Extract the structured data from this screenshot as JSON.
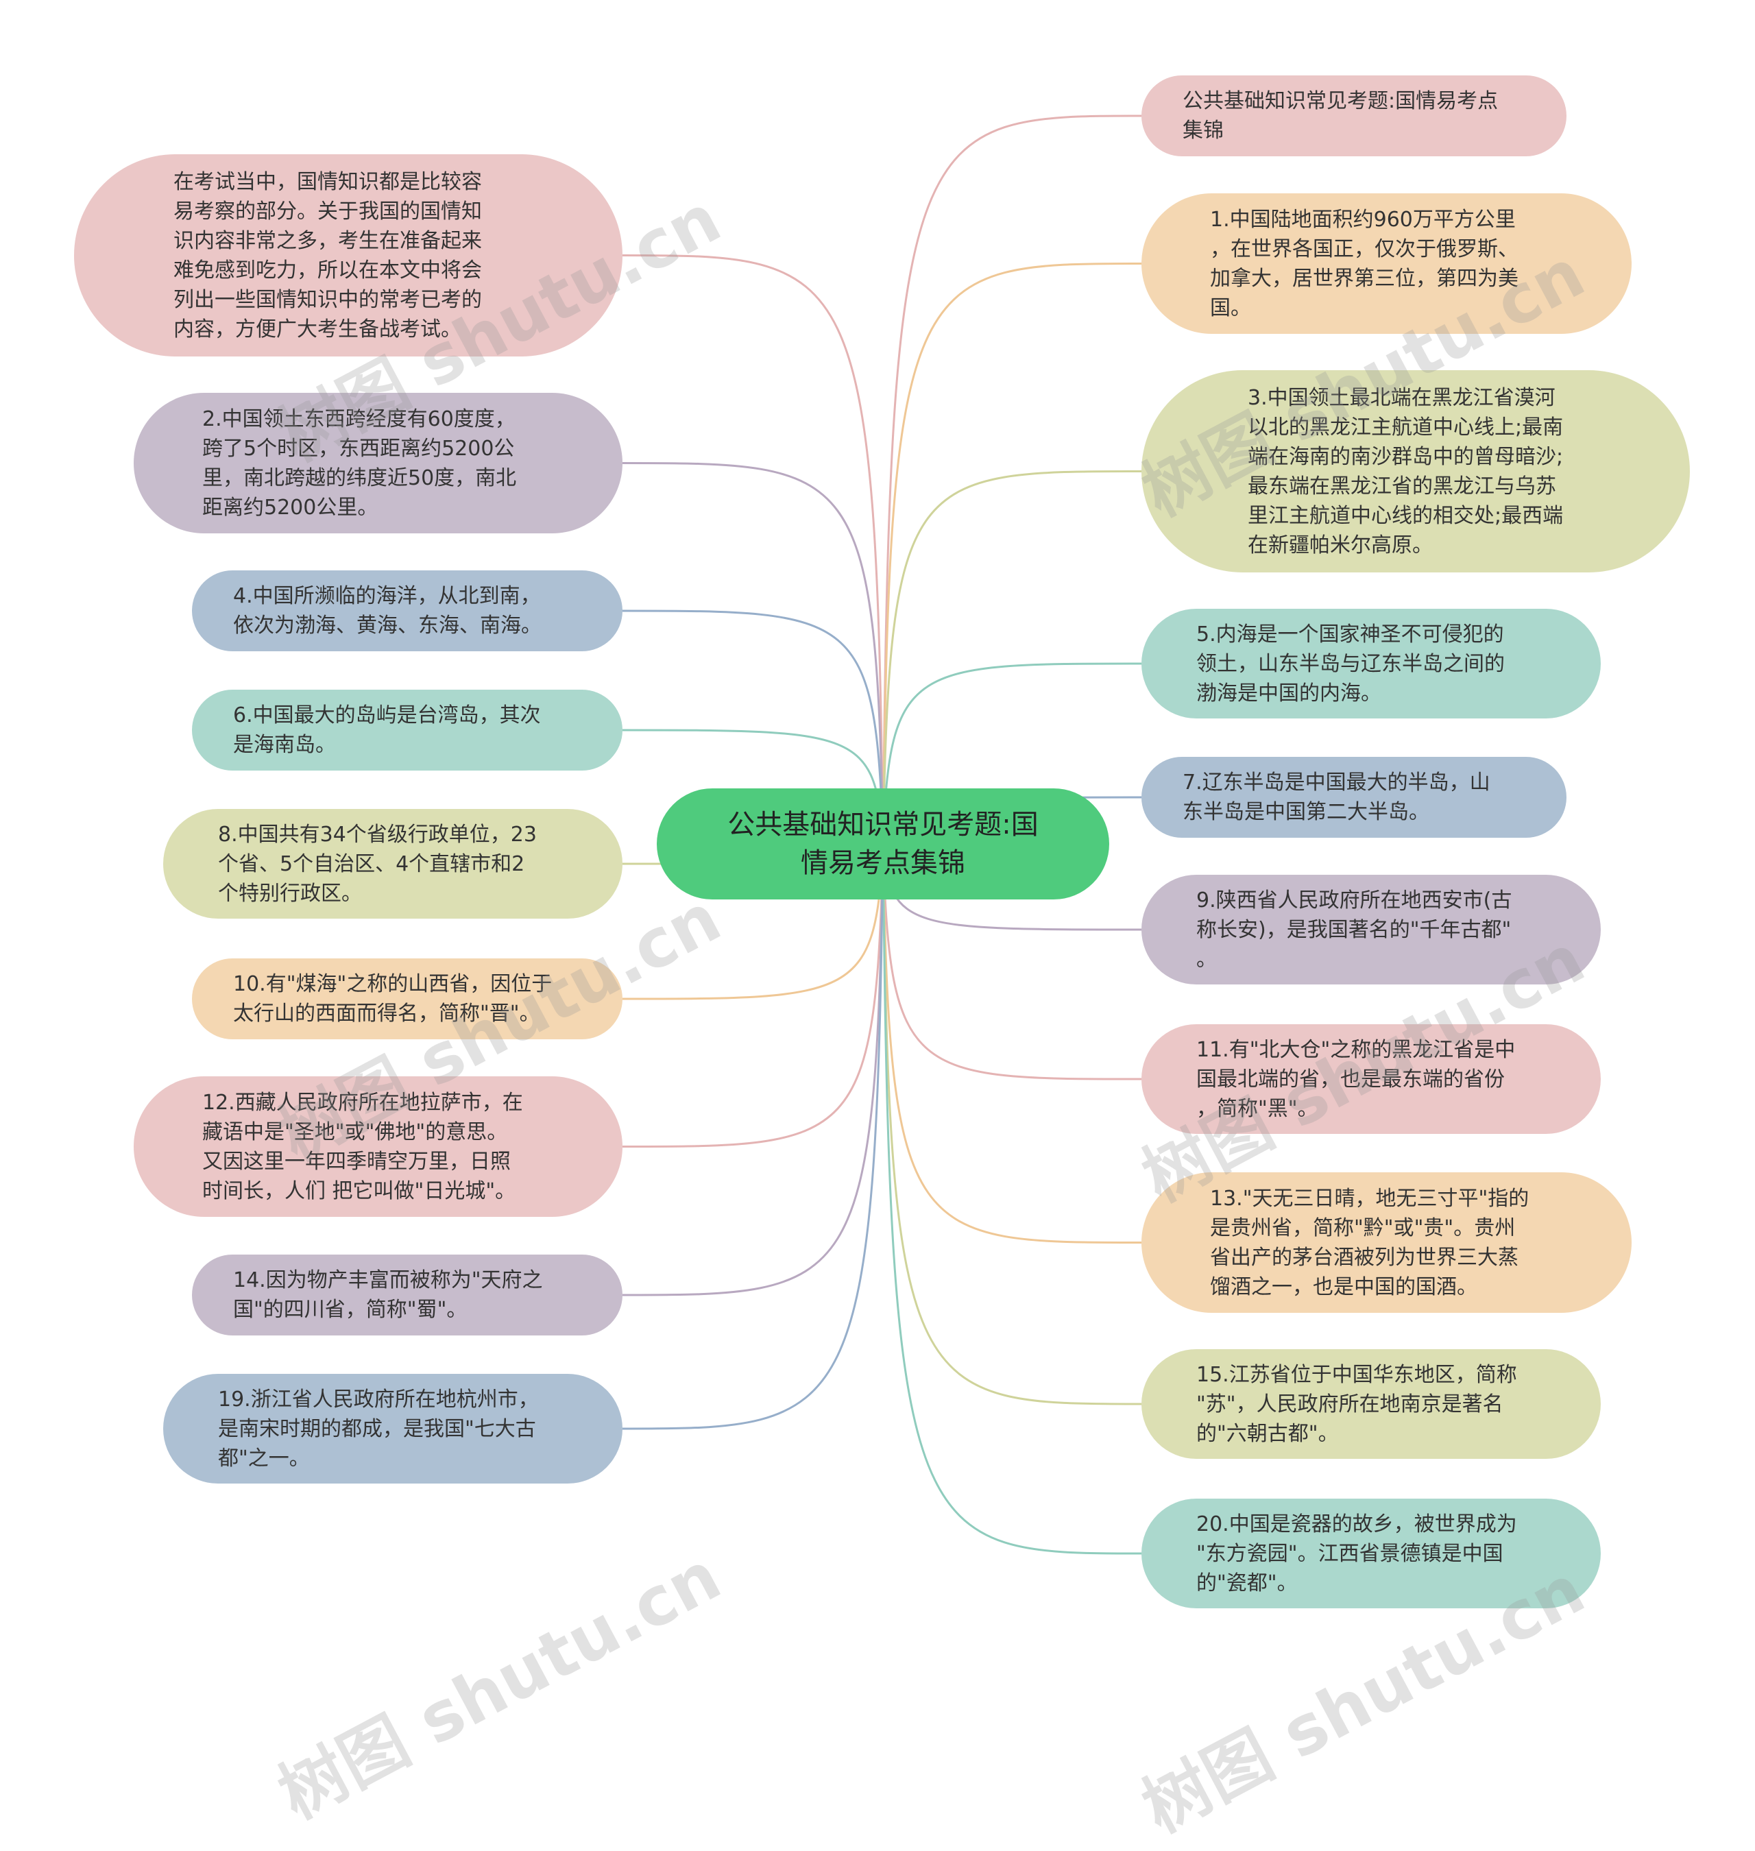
{
  "palette": {
    "pink": "#EBC7C7",
    "peach": "#F4D7B2",
    "olive": "#DCDFB3",
    "teal": "#ABD8CD",
    "slate": "#ADC0D3",
    "mauve": "#C7BCCC",
    "center": "#4FCB7D"
  },
  "watermark": "树图 shutu.cn",
  "center": {
    "text": "公共基础知识常见考题:国\n情易考点集锦"
  },
  "nodes": [
    {
      "id": "r0",
      "side": "right",
      "color": "pink",
      "text": "公共基础知识常见考题:国情易考点\n集锦"
    },
    {
      "id": "r1",
      "side": "right",
      "color": "peach",
      "text": "1.中国陆地面积约960万平方公里\n，在世界各国正，仅次于俄罗斯、\n加拿大，居世界第三位，第四为美\n国。"
    },
    {
      "id": "r2",
      "side": "right",
      "color": "olive",
      "text": "3.中国领土最北端在黑龙江省漠河\n以北的黑龙江主航道中心线上;最南\n端在海南的南沙群岛中的曾母暗沙;\n最东端在黑龙江省的黑龙江与乌苏\n里江主航道中心线的相交处;最西端\n在新疆帕米尔高原。"
    },
    {
      "id": "r3",
      "side": "right",
      "color": "teal",
      "text": "5.内海是一个国家神圣不可侵犯的\n领土，山东半岛与辽东半岛之间的\n渤海是中国的内海。"
    },
    {
      "id": "r4",
      "side": "right",
      "color": "slate",
      "text": "7.辽东半岛是中国最大的半岛，山\n东半岛是中国第二大半岛。"
    },
    {
      "id": "r5",
      "side": "right",
      "color": "mauve",
      "text": "9.陕西省人民政府所在地西安市(古\n称长安)，是我国著名的\"千年古都\"\n。"
    },
    {
      "id": "r6",
      "side": "right",
      "color": "pink",
      "text": "11.有\"北大仓\"之称的黑龙江省是中\n国最北端的省，也是最东端的省份\n，简称\"黑\"。"
    },
    {
      "id": "r7",
      "side": "right",
      "color": "peach",
      "text": "13.\"天无三日晴，地无三寸平\"指的\n是贵州省，简称\"黔\"或\"贵\"。贵州\n省出产的茅台酒被列为世界三大蒸\n馏酒之一，也是中国的国酒。"
    },
    {
      "id": "r8",
      "side": "right",
      "color": "olive",
      "text": "15.江苏省位于中国华东地区，简称\n\"苏\"，人民政府所在地南京是著名\n的\"六朝古都\"。"
    },
    {
      "id": "r9",
      "side": "right",
      "color": "teal",
      "text": "20.中国是瓷器的故乡，被世界成为\n\"东方瓷园\"。江西省景德镇是中国\n的\"瓷都\"。"
    },
    {
      "id": "l0",
      "side": "left",
      "color": "pink",
      "text": "在考试当中，国情知识都是比较容\n易考察的部分。关于我国的国情知\n识内容非常之多，考生在准备起来\n难免感到吃力，所以在本文中将会\n列出一些国情知识中的常考已考的\n内容，方便广大考生备战考试。"
    },
    {
      "id": "l1",
      "side": "left",
      "color": "mauve",
      "text": "2.中国领土东西跨经度有60度度，\n跨了5个时区，东西距离约5200公\n里，南北跨越的纬度近50度，南北\n距离约5200公里。"
    },
    {
      "id": "l2",
      "side": "left",
      "color": "slate",
      "text": "4.中国所濒临的海洋，从北到南，\n依次为渤海、黄海、东海、南海。"
    },
    {
      "id": "l3",
      "side": "left",
      "color": "teal",
      "text": "6.中国最大的岛屿是台湾岛，其次\n是海南岛。"
    },
    {
      "id": "l4",
      "side": "left",
      "color": "olive",
      "text": "8.中国共有34个省级行政单位，23\n个省、5个自治区、4个直辖市和2\n个特别行政区。"
    },
    {
      "id": "l5",
      "side": "left",
      "color": "peach",
      "text": "10.有\"煤海\"之称的山西省，因位于\n太行山的西面而得名，简称\"晋\"。"
    },
    {
      "id": "l6",
      "side": "left",
      "color": "pink",
      "text": "12.西藏人民政府所在地拉萨市，在\n藏语中是\"圣地\"或\"佛地\"的意思。\n又因这里一年四季晴空万里，日照\n时间长，人们 把它叫做\"日光城\"。"
    },
    {
      "id": "l7",
      "side": "left",
      "color": "mauve",
      "text": "14.因为物产丰富而被称为\"天府之\n国\"的四川省，简称\"蜀\"。"
    },
    {
      "id": "l8",
      "side": "left",
      "color": "slate",
      "text": "19.浙江省人民政府所在地杭州市，\n是南宋时期的都成，是我国\"七大古\n都\"之一。"
    }
  ]
}
